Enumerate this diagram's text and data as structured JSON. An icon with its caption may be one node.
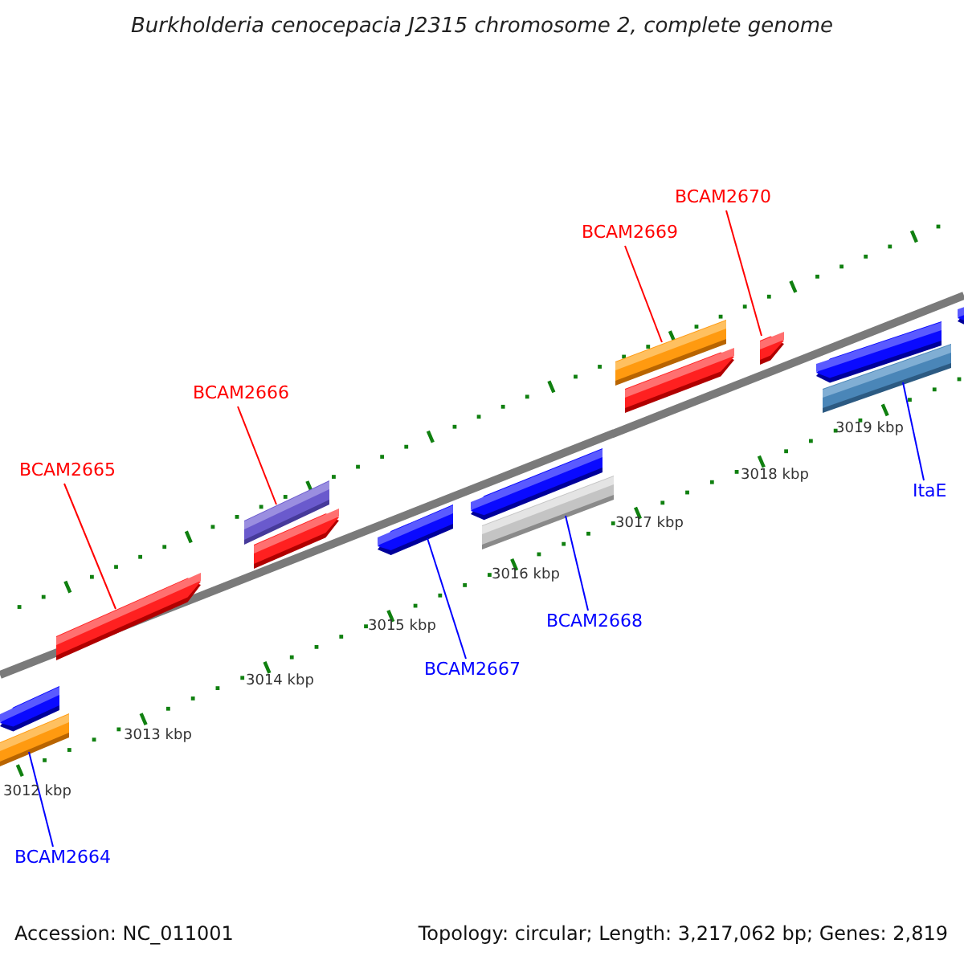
{
  "diagram": {
    "title": "Burkholderia cenocepacia J2315 chromosome 2, complete genome",
    "nodes": [
      {
        "text": [
          "BCAM2670"
        ]
      },
      {
        "text": [
          "BCAM2669"
        ]
      },
      {
        "text": [
          "BCAM2666"
        ]
      },
      {
        "text": [
          "BCAM2665"
        ]
      },
      {
        "text": [
          "ItaE"
        ]
      },
      {
        "text": [
          "BCAM2668"
        ]
      },
      {
        "text": [
          "BCAM2667"
        ]
      },
      {
        "text": [
          "BCAM2664"
        ]
      },
      {
        "text": [],
        "shape": "bar"
      },
      {
        "text": [],
        "shape": "bar"
      },
      {
        "text": [],
        "shape": "bar"
      },
      {
        "text": [],
        "shape": "bar"
      },
      {
        "text": [],
        "shape": "bar"
      },
      {
        "text": [],
        "shape": "bar"
      },
      {
        "text": [],
        "shape": "bar"
      },
      {
        "text": [],
        "shape": "bar"
      }
    ],
    "edges": [
      {
        "from": 0,
        "to": 8,
        "arrow": "none",
        "color": "#ff0000"
      },
      {
        "from": 1,
        "to": 9,
        "arrow": "none",
        "color": "#ff0000"
      },
      {
        "from": 2,
        "to": 10,
        "arrow": "none",
        "color": "#ff0000"
      },
      {
        "from": 3,
        "to": 11,
        "arrow": "none",
        "color": "#ff0000"
      },
      {
        "from": 4,
        "to": 12,
        "arrow": "none",
        "color": "#0000ff"
      },
      {
        "from": 5,
        "to": 13,
        "arrow": "none",
        "color": "#0000ff"
      },
      {
        "from": 6,
        "to": 14,
        "arrow": "none",
        "color": "#0000ff"
      },
      {
        "from": 7,
        "to": 15,
        "arrow": "none",
        "color": "#0000ff"
      }
    ],
    "labels": [
      "3019 kbp",
      "3018 kbp",
      "3017 kbp",
      "3016 kbp",
      "3015 kbp",
      "3014 kbp",
      "3013 kbp",
      "3012 kbp",
      "Accession: NC_011001",
      "Topology: circular; Length: 3,217,062 bp; Genes: 2,819"
    ]
  }
}
